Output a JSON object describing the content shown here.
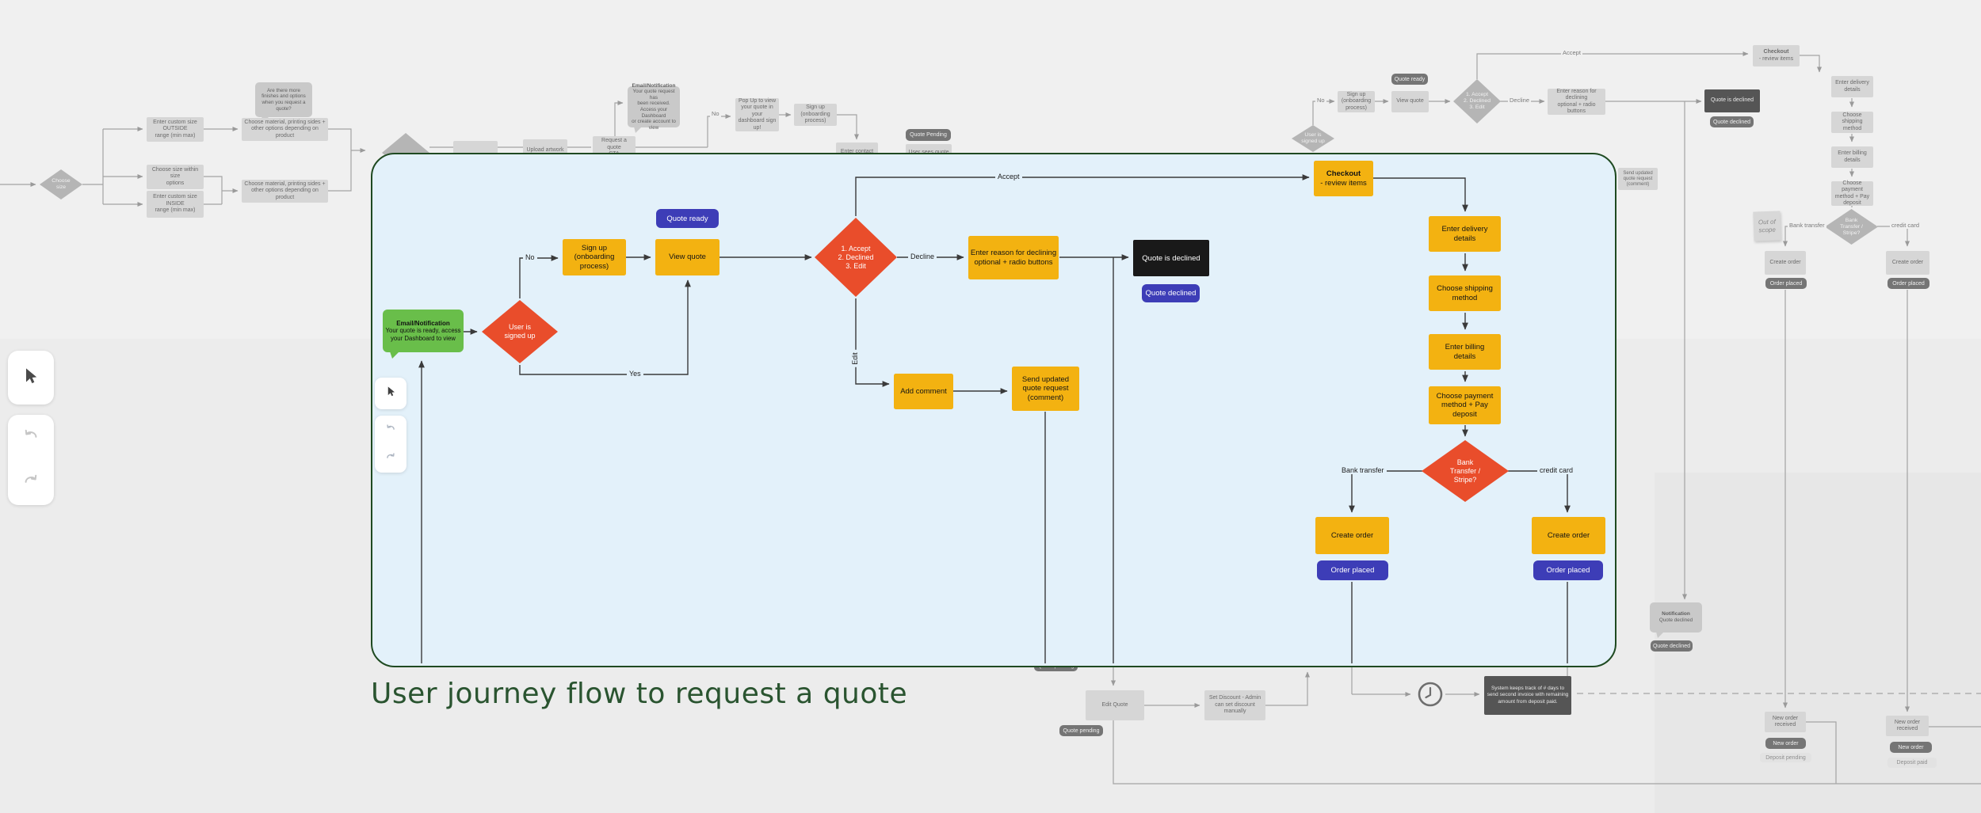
{
  "title": "User journey flow to request a quote",
  "colors": {
    "panel_bg": "#E3F1FA",
    "panel_border": "#1F4A21",
    "yellow": "#F3B211",
    "orange": "#E94D2B",
    "indigo": "#3D3DB7",
    "green": "#69BE4A",
    "black_box": "#191919",
    "title_green": "#2A5430"
  },
  "toolbar": {
    "tools": [
      "cursor",
      "undo",
      "redo"
    ]
  },
  "flow": {
    "email_notification": {
      "title": "Email/Notification",
      "body": "Your quote is ready, access your Dashboard to view"
    },
    "user_signed_up": "User is\nsigned up",
    "no_label": "No",
    "yes_label": "Yes",
    "sign_up": "Sign up\n(onboarding\nprocess)",
    "view_quote": "View quote",
    "quote_ready_badge": "Quote ready",
    "decision": "1. Accept\n2. Declined\n3. Edit",
    "accept_label": "Accept",
    "decline_label": "Decline",
    "edit_label": "Edit",
    "enter_reason": "Enter reason for declining\noptional + radio buttons",
    "quote_is_declined": "Quote is declined",
    "quote_declined_badge": "Quote declined",
    "add_comment": "Add comment",
    "send_updated": "Send updated\nquote request\n(comment)",
    "checkout": {
      "title": "Checkout",
      "body": "- review items"
    },
    "enter_delivery": "Enter delivery\ndetails",
    "choose_shipping": "Choose shipping\nmethod",
    "enter_billing": "Enter billing\ndetails",
    "choose_payment": "Choose payment\nmethod + Pay\ndeposit",
    "bank_or_stripe": "Bank\nTransfer /\nStripe?",
    "bank_transfer_label": "Bank transfer",
    "credit_card_label": "credit card",
    "create_order": "Create order",
    "order_placed": "Order placed"
  },
  "bg": {
    "choose_size": "Choose\nsize",
    "enter_custom_outside": "Enter custom size OUTSIDE\nrange (min max)",
    "choose_size_within": "Choose size within size\noptions",
    "enter_custom_inside": "Enter custom size INSIDE\nrange (min max)",
    "choose_material": "Choose material, printing sides +\nother options depending on product",
    "finishes_bubble": "Are there more\nfinishes and options\nwhen you request a\nquote?",
    "upload_artwork": "Upload artwork",
    "request_quote_cta": "Request a quote\nCTA",
    "email_notification_bubble": {
      "title": "Email/Notification",
      "body": "Your quote request has\nbeen received.\nAccess your Dashboard\nor create account to view"
    },
    "popup_box": "Pop Up to view\nyour quote in your\ndashboard sign\nup!",
    "sign_up": "Sign up\n(onboarding\nprocess)",
    "enter_contact": "Enter contact",
    "quote_pending_caps": "Quote Pending",
    "user_sees_quote": "User sees quote",
    "no_label": "No",
    "user_signed_up": "User is\nsigned up",
    "view_quote": "View quote",
    "quote_ready": "Quote ready",
    "decision": "1. Accept\n2. Declined\n3. Edit",
    "accept_label": "Accept",
    "decline_label": "Decline",
    "enter_reason": "Enter reason for declining\noptional + radio buttons",
    "quote_is_declined": "Quote is declined",
    "quote_declined": "Quote declined",
    "checkout": {
      "title": "Checkout",
      "body": "- review items"
    },
    "enter_delivery": "Enter delivery\ndetails",
    "choose_shipping": "Choose shipping\nmethod",
    "enter_billing": "Enter billing\ndetails",
    "choose_payment": "Choose payment\nmethod + Pay\ndeposit",
    "bank_or_stripe": "Bank\nTransfer /\nStripe?",
    "bank_transfer_label": "Bank transfer",
    "credit_card_label": "credit card",
    "create_order": "Create order",
    "order_placed": "Order placed",
    "out_of_scope": "Out of\nscope",
    "notification_bubble": {
      "title": "Notification",
      "body": "Quote declined"
    },
    "edit_quote": "Edit Quote",
    "quote_pending": "Quote pending",
    "set_discount": "Set Discount - Admin\ncan set discount\nmanually",
    "system_tracks": "System keeps track of # days to\nsend second invoice with remaining\namount from deposit paid.",
    "new_order_received": "New order\nreceived",
    "new_order": "New order",
    "deposit_pending": "Deposit pending",
    "deposit_paid": "Deposit paid",
    "send_updated": "Send updated\nquote request\n(comment)"
  }
}
